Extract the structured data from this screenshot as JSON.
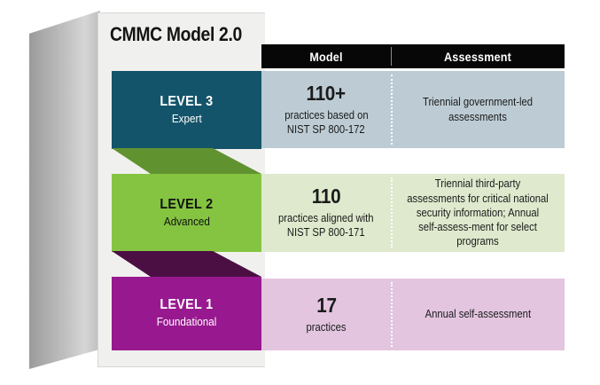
{
  "card": {
    "title": "CMMC Model 2.0"
  },
  "table": {
    "headers": {
      "model": "Model",
      "assessment": "Assessment"
    }
  },
  "levels": [
    {
      "id": "level3",
      "name": "LEVEL 3",
      "subtitle": "Expert",
      "block_color": "#14546a",
      "connector_color": "#619230",
      "row_color": "#bdccd4",
      "model_count": "110+",
      "model_detail_line1": "practices based on",
      "model_detail_line2": "NIST SP 800-172",
      "assessment": "Triennial government-led assessments"
    },
    {
      "id": "level2",
      "name": "LEVEL 2",
      "subtitle": "Advanced",
      "block_color": "#84c441",
      "connector_color": "#4b0f43",
      "row_color": "#dee9cd",
      "model_count": "110",
      "model_detail_line1": "practices aligned with",
      "model_detail_line2": "NIST SP 800-171",
      "assessment": "Triennial third-party assessments for critical national security information; Annual self-assess-ment for select programs"
    },
    {
      "id": "level1",
      "name": "LEVEL 1",
      "subtitle": "Foundational",
      "block_color": "#98198f",
      "connector_color": "",
      "row_color": "#e3c5e0",
      "model_count": "17",
      "model_detail_line1": "practices",
      "model_detail_line2": "",
      "assessment": "Annual self-assessment"
    }
  ]
}
